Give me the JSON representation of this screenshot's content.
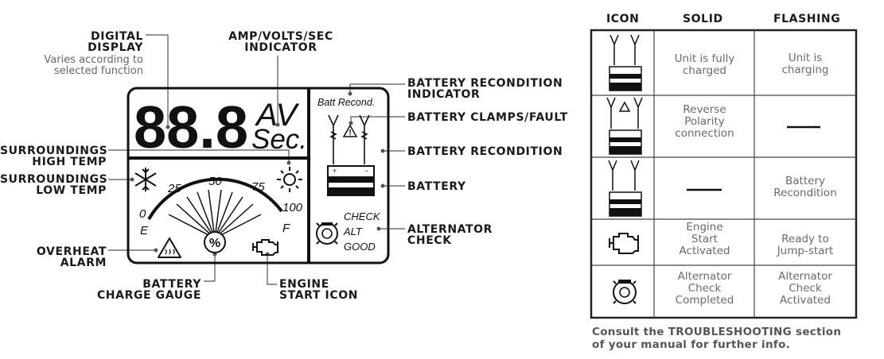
{
  "callouts": {
    "digital_display": [
      "DIGITAL",
      "DISPLAY"
    ],
    "digital_display_note": [
      "Varies according to",
      "selected function"
    ],
    "amp_volts": [
      "AMP/VOLTS/SEC",
      "INDICATOR"
    ],
    "surr_high": [
      "SURROUNDINGS",
      "HIGH TEMP"
    ],
    "surr_low": [
      "SURROUNDINGS",
      "LOW TEMP"
    ],
    "overheat": [
      "OVERHEAT",
      "ALARM"
    ],
    "charge_gauge": [
      "BATTERY",
      "CHARGE GAUGE"
    ],
    "engine_start": [
      "ENGINE",
      "START ICON"
    ],
    "recond_indicator": [
      "BATTERY RECONDITION",
      "INDICATOR"
    ],
    "clamps_fault": "BATTERY CLAMPS/FAULT",
    "recondition": "BATTERY RECONDITION",
    "battery": "BATTERY",
    "alternator": [
      "ALTERNATOR",
      "CHECK"
    ]
  },
  "lcd": {
    "digits": "88.8",
    "unit_top": "AV",
    "unit_bottom": "Sec.",
    "recond_label": "Batt Recond.",
    "gauge_ticks": [
      "0",
      "25",
      "50",
      "75",
      "100"
    ],
    "gauge_e": "E",
    "gauge_f": "F",
    "gauge_center": "%",
    "alt_lines": [
      "CHECK",
      "ALT",
      "GOOD"
    ]
  },
  "table": {
    "headers": [
      "ICON",
      "SOLID",
      "FLASHING"
    ],
    "rows": [
      {
        "icon": "battery-clamps-icon",
        "solid": [
          "Unit is fully",
          "charged"
        ],
        "flashing": [
          "Unit is",
          "charging"
        ]
      },
      {
        "icon": "battery-clamps-fault-icon",
        "solid": [
          "Reverse",
          "Polarity",
          "connection"
        ],
        "flashing": "—"
      },
      {
        "icon": "battery-clamps-icon",
        "solid": "—",
        "flashing": [
          "Battery",
          "Recondition"
        ]
      },
      {
        "icon": "engine-icon",
        "solid": [
          "Engine",
          "Start",
          "Activated"
        ],
        "flashing": [
          "Ready to",
          "Jump-start"
        ]
      },
      {
        "icon": "alternator-icon",
        "solid": [
          "Alternator",
          "Check",
          "Completed"
        ],
        "flashing": [
          "Alternator",
          "Check",
          "Activated"
        ]
      }
    ]
  },
  "note": [
    "Consult the TROUBLESHOOTING section",
    "of your manual for further info."
  ]
}
